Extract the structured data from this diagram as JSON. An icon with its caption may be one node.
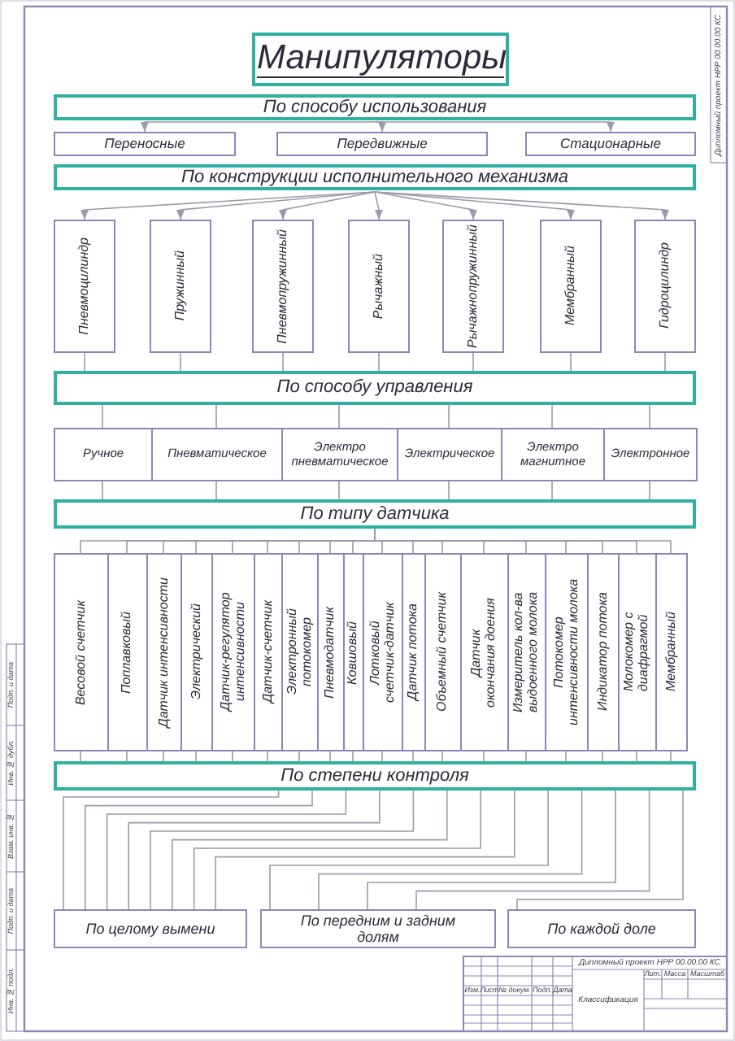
{
  "diagram": {
    "nodes": [
      {
        "text": [
          "Манипуляторы"
        ]
      },
      {
        "text": [
          "По способу использования"
        ]
      },
      {
        "text": [
          "Переносные"
        ]
      },
      {
        "text": [
          "Передвижные"
        ]
      },
      {
        "text": [
          "Стационарные"
        ]
      },
      {
        "text": [
          "По конструкции исполнительного механизма"
        ]
      },
      {
        "text": [
          "Пневмоцилиндр"
        ]
      },
      {
        "text": [
          "Пружинный"
        ]
      },
      {
        "text": [
          "Пневмопружинный"
        ]
      },
      {
        "text": [
          "Рычажный"
        ]
      },
      {
        "text": [
          "Рычажнопружинный"
        ]
      },
      {
        "text": [
          "Мембранный"
        ]
      },
      {
        "text": [
          "Гидроцилиндр"
        ]
      },
      {
        "text": [
          "По способу управления"
        ]
      },
      {
        "text": [
          "Ручное"
        ]
      },
      {
        "text": [
          "Пневматическое"
        ]
      },
      {
        "text": [
          "Электро пневматическое"
        ]
      },
      {
        "text": [
          "Электрическое"
        ]
      },
      {
        "text": [
          "Электро магнитное"
        ]
      },
      {
        "text": [
          "Электронное"
        ]
      },
      {
        "text": [
          "По типу датчика"
        ]
      },
      {
        "text": [
          "Весовой счетчик"
        ]
      },
      {
        "text": [
          "Поплавковый"
        ]
      },
      {
        "text": [
          "Датчик интенсивности"
        ]
      },
      {
        "text": [
          "Электрический"
        ]
      },
      {
        "text": [
          "Датчик-регулятор интенсивности"
        ]
      },
      {
        "text": [
          "Датчик-счетчик"
        ]
      },
      {
        "text": [
          "Электронный потокомер"
        ]
      },
      {
        "text": [
          "Пневмодатчик"
        ]
      },
      {
        "text": [
          "Ковшовый"
        ]
      },
      {
        "text": [
          "Лотковый счетчик-датчик"
        ]
      },
      {
        "text": [
          "Датчик потока"
        ]
      },
      {
        "text": [
          "Объемный счетчик"
        ]
      },
      {
        "text": [
          "Датчик окончания доения"
        ]
      },
      {
        "text": [
          "Измеритель кол-ва выдоенного молока"
        ]
      },
      {
        "text": [
          "Потокомер интенсивности молока"
        ]
      },
      {
        "text": [
          "Индикатор потока"
        ]
      },
      {
        "text": [
          "Молокомер с диафрагмой"
        ]
      },
      {
        "text": [
          "Мембранный"
        ]
      },
      {
        "text": [
          "По степени контроля"
        ]
      },
      {
        "text": [
          "По целому вымени"
        ]
      },
      {
        "text": [
          "По передним и задним долям"
        ]
      },
      {
        "text": [
          "По каждой доле"
        ]
      }
    ],
    "edges": [
      {
        "from": 1,
        "to": 2,
        "arrow": "to"
      },
      {
        "from": 1,
        "to": 3,
        "arrow": "to"
      },
      {
        "from": 1,
        "to": 4,
        "arrow": "to"
      },
      {
        "from": 5,
        "to": 6,
        "arrow": "to"
      },
      {
        "from": 5,
        "to": 7,
        "arrow": "to"
      },
      {
        "from": 5,
        "to": 8,
        "arrow": "to"
      },
      {
        "from": 5,
        "to": 9,
        "arrow": "to"
      },
      {
        "from": 5,
        "to": 10,
        "arrow": "to"
      },
      {
        "from": 5,
        "to": 11,
        "arrow": "to"
      },
      {
        "from": 5,
        "to": 12,
        "arrow": "to"
      },
      {
        "from": 6,
        "to": 13,
        "arrow": "none"
      },
      {
        "from": 7,
        "to": 13,
        "arrow": "none"
      },
      {
        "from": 8,
        "to": 13,
        "arrow": "none"
      },
      {
        "from": 9,
        "to": 13,
        "arrow": "none"
      },
      {
        "from": 10,
        "to": 13,
        "arrow": "none"
      },
      {
        "from": 11,
        "to": 13,
        "arrow": "none"
      },
      {
        "from": 12,
        "to": 13,
        "arrow": "none"
      },
      {
        "from": 13,
        "to": 14,
        "arrow": "none"
      },
      {
        "from": 13,
        "to": 15,
        "arrow": "none"
      },
      {
        "from": 13,
        "to": 16,
        "arrow": "none"
      },
      {
        "from": 13,
        "to": 17,
        "arrow": "none"
      },
      {
        "from": 13,
        "to": 18,
        "arrow": "none"
      },
      {
        "from": 13,
        "to": 19,
        "arrow": "none"
      },
      {
        "from": 14,
        "to": 20,
        "arrow": "none"
      },
      {
        "from": 15,
        "to": 20,
        "arrow": "none"
      },
      {
        "from": 16,
        "to": 20,
        "arrow": "none"
      },
      {
        "from": 17,
        "to": 20,
        "arrow": "none"
      },
      {
        "from": 18,
        "to": 20,
        "arrow": "none"
      },
      {
        "from": 19,
        "to": 20,
        "arrow": "none"
      },
      {
        "from": 20,
        "to": 21,
        "arrow": "none"
      },
      {
        "from": 20,
        "to": 22,
        "arrow": "none"
      },
      {
        "from": 20,
        "to": 23,
        "arrow": "none"
      },
      {
        "from": 20,
        "to": 24,
        "arrow": "none"
      },
      {
        "from": 20,
        "to": 25,
        "arrow": "none"
      },
      {
        "from": 20,
        "to": 26,
        "arrow": "none"
      },
      {
        "from": 20,
        "to": 27,
        "arrow": "none"
      },
      {
        "from": 20,
        "to": 28,
        "arrow": "none"
      },
      {
        "from": 20,
        "to": 29,
        "arrow": "none"
      },
      {
        "from": 20,
        "to": 30,
        "arrow": "none"
      },
      {
        "from": 20,
        "to": 31,
        "arrow": "none"
      },
      {
        "from": 20,
        "to": 32,
        "arrow": "none"
      },
      {
        "from": 20,
        "to": 33,
        "arrow": "none"
      },
      {
        "from": 20,
        "to": 34,
        "arrow": "none"
      },
      {
        "from": 20,
        "to": 35,
        "arrow": "none"
      },
      {
        "from": 20,
        "to": 36,
        "arrow": "none"
      },
      {
        "from": 20,
        "to": 37,
        "arrow": "none"
      },
      {
        "from": 20,
        "to": 38,
        "arrow": "none"
      },
      {
        "from": 21,
        "to": 39,
        "arrow": "none"
      },
      {
        "from": 22,
        "to": 39,
        "arrow": "none"
      },
      {
        "from": 23,
        "to": 39,
        "arrow": "none"
      },
      {
        "from": 24,
        "to": 39,
        "arrow": "none"
      },
      {
        "from": 25,
        "to": 39,
        "arrow": "none"
      },
      {
        "from": 26,
        "to": 39,
        "arrow": "none"
      },
      {
        "from": 27,
        "to": 39,
        "arrow": "none"
      },
      {
        "from": 28,
        "to": 39,
        "arrow": "none"
      },
      {
        "from": 29,
        "to": 39,
        "arrow": "none"
      },
      {
        "from": 30,
        "to": 39,
        "arrow": "none"
      },
      {
        "from": 31,
        "to": 39,
        "arrow": "none"
      },
      {
        "from": 32,
        "to": 39,
        "arrow": "none"
      },
      {
        "from": 33,
        "to": 39,
        "arrow": "none"
      },
      {
        "from": 34,
        "to": 39,
        "arrow": "none"
      },
      {
        "from": 35,
        "to": 39,
        "arrow": "none"
      },
      {
        "from": 36,
        "to": 39,
        "arrow": "none"
      },
      {
        "from": 37,
        "to": 39,
        "arrow": "none"
      },
      {
        "from": 38,
        "to": 39,
        "arrow": "none"
      },
      {
        "from": 39,
        "to": 40,
        "arrow": "none"
      },
      {
        "from": 39,
        "to": 40,
        "arrow": "none"
      },
      {
        "from": 39,
        "to": 40,
        "arrow": "none"
      },
      {
        "from": 39,
        "to": 40,
        "arrow": "none"
      },
      {
        "from": 39,
        "to": 40,
        "arrow": "none"
      },
      {
        "from": 39,
        "to": 40,
        "arrow": "none"
      },
      {
        "from": 39,
        "to": 40,
        "arrow": "none"
      },
      {
        "from": 39,
        "to": 40,
        "arrow": "none"
      },
      {
        "from": 39,
        "to": 41,
        "arrow": "none"
      },
      {
        "from": 39,
        "to": 41,
        "arrow": "none"
      },
      {
        "from": 39,
        "to": 41,
        "arrow": "none"
      },
      {
        "from": 39,
        "to": 41,
        "arrow": "none"
      },
      {
        "from": 39,
        "to": 42,
        "arrow": "none"
      }
    ],
    "labels": [
      "Дипломный проект НРР 00.00.00 КС",
      "Подп. и дата",
      "Инв. № дубл.",
      "Взам. инв. №",
      "Подп. и дата",
      "Инв. № подл.",
      "Дипломный проект НРР 00.00.00 КС",
      "Классификация",
      "Лит.",
      "Масса",
      "Масштаб",
      "Изм.",
      "Лист",
      "№ докум.",
      "Подп.",
      "Дата"
    ]
  }
}
